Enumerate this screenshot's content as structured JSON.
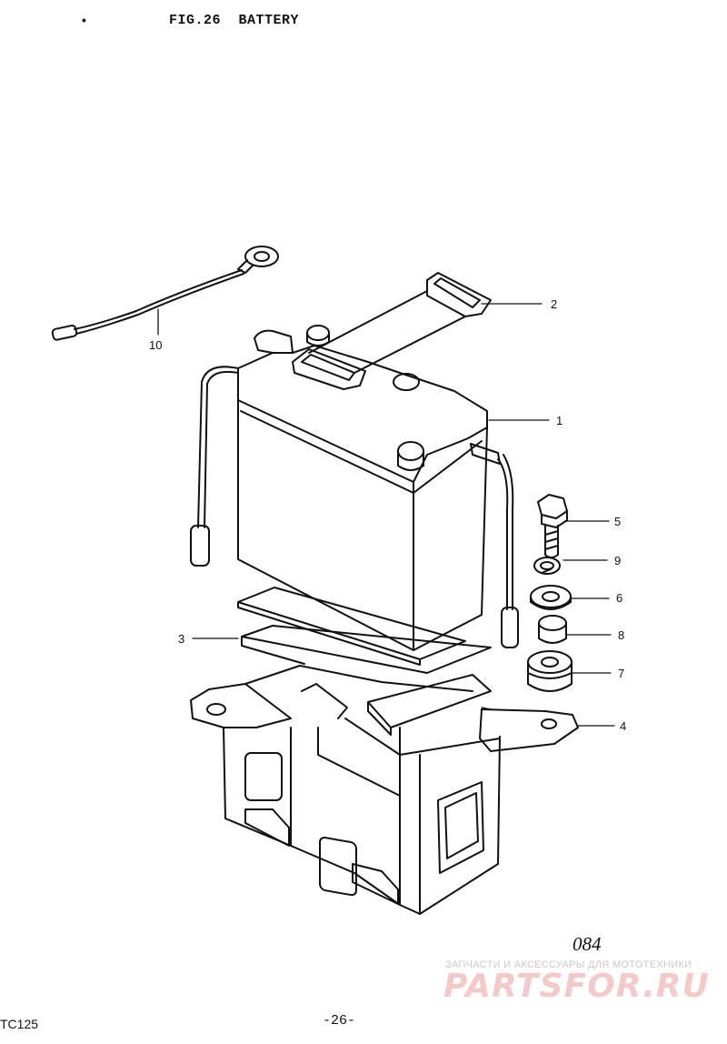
{
  "header": {
    "bullet": "•",
    "fig_number": "FIG.26",
    "fig_title": "BATTERY"
  },
  "callouts": [
    {
      "number": "1",
      "part": "battery"
    },
    {
      "number": "2",
      "part": "battery-strap"
    },
    {
      "number": "3",
      "part": "battery-pad"
    },
    {
      "number": "4",
      "part": "battery-holder"
    },
    {
      "number": "5",
      "part": "bolt"
    },
    {
      "number": "6",
      "part": "washer"
    },
    {
      "number": "7",
      "part": "cushion"
    },
    {
      "number": "8",
      "part": "spacer"
    },
    {
      "number": "9",
      "part": "lock-washer"
    },
    {
      "number": "10",
      "part": "lead-wire"
    }
  ],
  "footer": {
    "model": "TC125",
    "page": "-26-",
    "page_code": "084"
  },
  "watermark": {
    "text": "ЗАПЧАСТИ И АКСЕССУАРЫ ДЛЯ МОТОТЕХНИКИ",
    "logo": "PARTSFOR.RU"
  },
  "colors": {
    "ink": "#111111",
    "watermark_logo": "#f3c9c9",
    "watermark_text": "#c9c9c9"
  }
}
